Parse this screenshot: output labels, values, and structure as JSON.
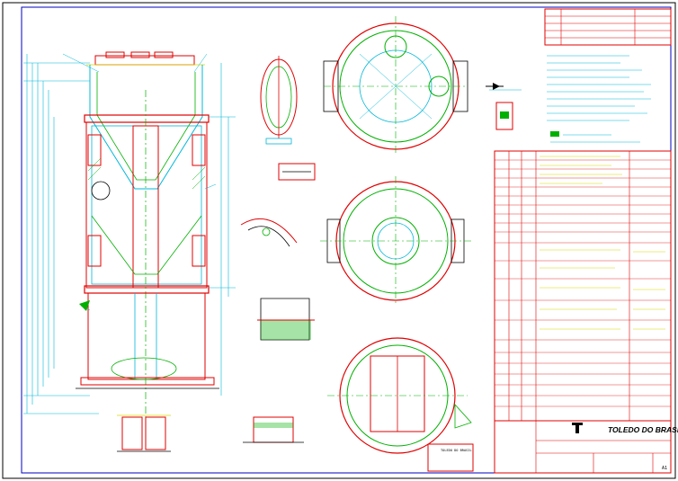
{
  "title_block": {
    "brand": "TOLEDO DO BRASIL",
    "small_logo_text": "TOLEDO DO BRASIL",
    "sheet_number": "A1"
  },
  "colors": {
    "background": "#ffffff",
    "red": "#e00000",
    "green": "#00b000",
    "cyan": "#00b8d8",
    "yellow": "#d8d800",
    "blue": "#0000c0",
    "black": "#000000",
    "magenta": "#c000c0"
  },
  "symbols": {
    "logo": "toledo-logo-icon",
    "north_arrow": "arrow-icon"
  }
}
